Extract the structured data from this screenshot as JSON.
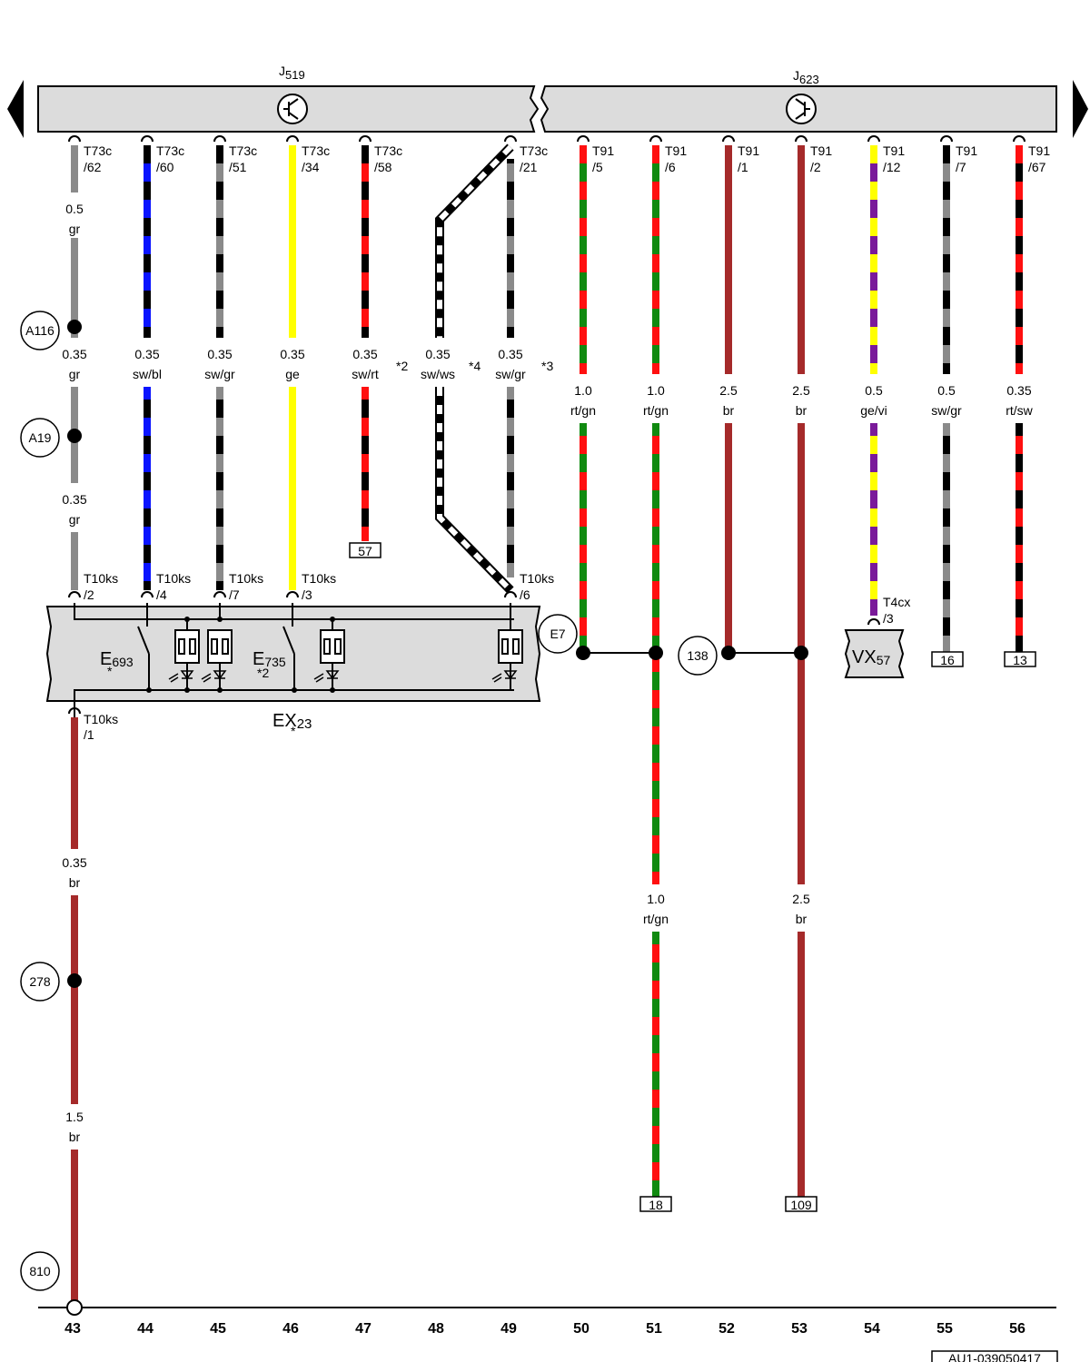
{
  "modules": {
    "left": {
      "name": "J",
      "sub": "519"
    },
    "right": {
      "name": "J",
      "sub": "623"
    }
  },
  "columns": [
    "43",
    "44",
    "45",
    "46",
    "47",
    "48",
    "49",
    "50",
    "51",
    "52",
    "53",
    "54",
    "55",
    "56"
  ],
  "top_pins": [
    {
      "conn": "T73c",
      "pin": "/62"
    },
    {
      "conn": "T73c",
      "pin": "/60"
    },
    {
      "conn": "T73c",
      "pin": "/51"
    },
    {
      "conn": "T73c",
      "pin": "/34"
    },
    {
      "conn": "T73c",
      "pin": "/58"
    },
    {
      "conn": "T73c",
      "pin": "/21"
    },
    {
      "conn": "T91",
      "pin": "/5"
    },
    {
      "conn": "T91",
      "pin": "/6"
    },
    {
      "conn": "T91",
      "pin": "/1"
    },
    {
      "conn": "T91",
      "pin": "/2"
    },
    {
      "conn": "T91",
      "pin": "/12"
    },
    {
      "conn": "T91",
      "pin": "/7"
    },
    {
      "conn": "T91",
      "pin": "/67"
    }
  ],
  "wire_labels": [
    {
      "size": "0.5",
      "color": "gr"
    },
    {
      "size": "0.35",
      "color": "gr"
    },
    {
      "size": "0.35",
      "color": "gr"
    },
    {
      "size": "0.35",
      "color": "sw/bl"
    },
    {
      "size": "0.35",
      "color": "sw/gr"
    },
    {
      "size": "0.35",
      "color": "ge"
    },
    {
      "size": "0.35",
      "color": "sw/rt"
    },
    {
      "size": "0.35",
      "color": "sw/ws"
    },
    {
      "size": "0.35",
      "color": "sw/gr"
    },
    {
      "size": "1.0",
      "color": "rt/gn"
    },
    {
      "size": "1.0",
      "color": "rt/gn"
    },
    {
      "size": "2.5",
      "color": "br"
    },
    {
      "size": "2.5",
      "color": "br"
    },
    {
      "size": "0.5",
      "color": "ge/vi"
    },
    {
      "size": "0.5",
      "color": "sw/gr"
    },
    {
      "size": "0.35",
      "color": "rt/sw"
    },
    {
      "size": "0.35",
      "color": "br"
    },
    {
      "size": "1.5",
      "color": "br"
    },
    {
      "size": "1.0",
      "color": "rt/gn"
    },
    {
      "size": "2.5",
      "color": "br"
    }
  ],
  "notes": {
    "n2": "*2",
    "n4": "*4",
    "n3": "*3"
  },
  "t10_pins": [
    {
      "conn": "T10ks",
      "pin": "/2"
    },
    {
      "conn": "T10ks",
      "pin": "/4"
    },
    {
      "conn": "T10ks",
      "pin": "/7"
    },
    {
      "conn": "T10ks",
      "pin": "/3"
    },
    {
      "conn": "T10ks",
      "pin": "/6"
    },
    {
      "conn": "T10ks",
      "pin": "/1"
    }
  ],
  "t4cx": {
    "conn": "T4cx",
    "pin": "/3"
  },
  "circles": [
    "A116",
    "A19",
    "E7",
    "138",
    "278",
    "810"
  ],
  "boxes": [
    "57",
    "16",
    "13",
    "18",
    "109"
  ],
  "component": {
    "ex": "EX",
    "ex_sub": "23",
    "ex_star": "*",
    "e1": "E",
    "e1_sub": "693",
    "e1_star": "*",
    "e2": "E",
    "e2_sub": "735",
    "e2_star": "*2"
  },
  "vx": {
    "name": "VX",
    "sub": "57"
  },
  "doc_id": "AU1-039050417"
}
